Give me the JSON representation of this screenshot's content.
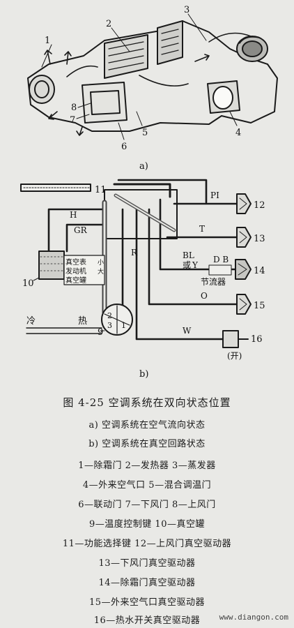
{
  "diagram": {
    "part_a": {
      "label": "a)",
      "callouts": [
        "1",
        "2",
        "3",
        "4",
        "5",
        "6",
        "7",
        "8"
      ]
    },
    "part_b": {
      "label": "b)",
      "callouts": [
        "9",
        "10",
        "11",
        "12",
        "13",
        "14",
        "15",
        "16"
      ],
      "line_labels": {
        "pi": "PI",
        "h": "H",
        "gr": "GR",
        "t": "T",
        "r": "R",
        "bl": "BL",
        "or": "或",
        "y": "Y",
        "db": "D B",
        "o": "O",
        "w": "W"
      },
      "throttle_label": "节流器",
      "gauge_labels": [
        "真空表",
        "发动机",
        "真空罐"
      ],
      "gauge_small": [
        "小",
        "大"
      ],
      "cold_label": "冷",
      "hot_label": "热",
      "heater_valve_label": "(开)",
      "selector_ports": [
        "2",
        "3",
        "1"
      ]
    }
  },
  "caption": {
    "title": "图 4-25    空调系统在双向状态位置",
    "sub_a": "a)  空调系统在空气流向状态",
    "sub_b": "b)  空调系统在真空回路状态",
    "legend": [
      "1—除霜门   2—发热器   3—蒸发器",
      "4—外来空气口   5—混合调温门",
      "6—联动门   7—下风门   8—上风门",
      "9—温度控制键   10—真空罐",
      "11—功能选择键   12—上风门真空驱动器",
      "13—下风门真空驱动器",
      "14—除霜门真空驱动器",
      "15—外来空气口真空驱动器",
      "16—热水开关真空驱动器"
    ]
  },
  "watermark": "www.diangon.com"
}
